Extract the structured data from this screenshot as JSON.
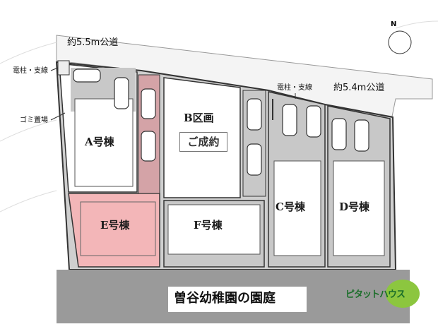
{
  "roads": {
    "north": "約5.5m公道",
    "east": "約5.4m公道"
  },
  "labels": {
    "pole_west": "電柱・支線",
    "pole_east": "電柱・支線",
    "garbage": "ゴミ置場"
  },
  "lots": {
    "a": "A号棟",
    "b": "B区画",
    "b_status": "ご成約",
    "c": "C号棟",
    "d": "D号棟",
    "e": "E号棟",
    "f": "F号棟"
  },
  "south": "曽谷幼稚園の園庭",
  "compass": "N",
  "logo": "ピタットハウス",
  "colors": {
    "lot_e": "#f3b6b8",
    "aisle": "#d4a3a7",
    "parking_bg": "#c8c8c8",
    "road_grey": "#9a9a9a",
    "logo_green": "#8cc63f"
  }
}
